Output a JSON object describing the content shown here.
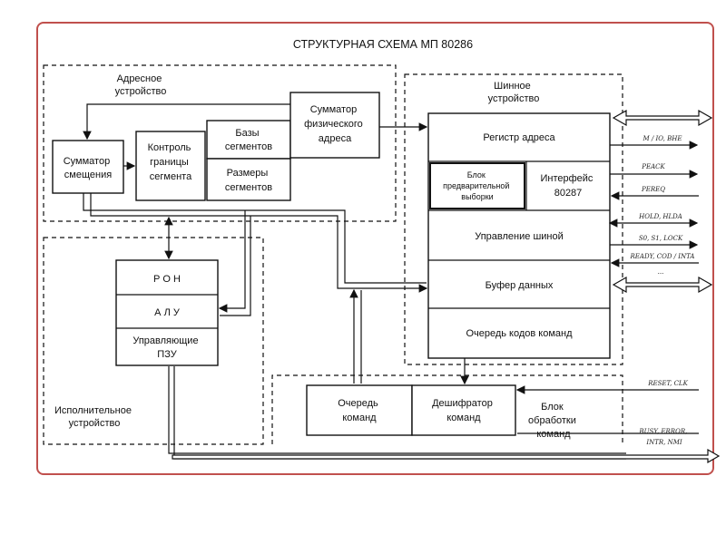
{
  "title": "СТРУКТУРНАЯ СХЕМА МП 80286",
  "address_unit": {
    "label": [
      "Адресное",
      "устройство"
    ],
    "offset_adder": [
      "Сумматор",
      "смещения"
    ],
    "segment_limit": [
      "Контроль",
      "границы",
      "сегмента"
    ],
    "segment_bases": [
      "Базы",
      "сегментов"
    ],
    "segment_sizes": [
      "Размеры",
      "сегментов"
    ],
    "physical_adder": [
      "Сумматор",
      "физического",
      "адреса"
    ]
  },
  "bus_unit": {
    "label": [
      "Шинное",
      "устройство"
    ],
    "address_register": "Регистр адреса",
    "prefetch_block": [
      "Блок",
      "предварительной",
      "выборки"
    ],
    "interface": [
      "Интерфейс",
      "80287"
    ],
    "bus_control": "Управление шиной",
    "data_buffer": "Буфер данных",
    "command_queue": "Очередь кодов команд"
  },
  "execution_unit": {
    "label": [
      "Исполнительное",
      "устройство"
    ],
    "gpr": "Р О Н",
    "alu": "А Л У",
    "control_rom": [
      "Управляющие",
      "ПЗУ"
    ]
  },
  "command_unit": {
    "label": [
      "Блок",
      "обработки",
      "команд"
    ],
    "queue": [
      "Очередь",
      "команд"
    ],
    "decoder": [
      "Дешифратор",
      "команд"
    ]
  },
  "signals": {
    "mio": "M / IO, BHE",
    "peack": "PEACK",
    "pereq": "PEREQ",
    "hold": "HOLD, HLDA",
    "s0s1": "S0, S1, LOCK",
    "ready": "READY, COD / INTA",
    "dots": "...",
    "reset": "RESET, CLK",
    "busy": [
      "BUSY, ERROR,",
      "INTR, NMI"
    ]
  }
}
